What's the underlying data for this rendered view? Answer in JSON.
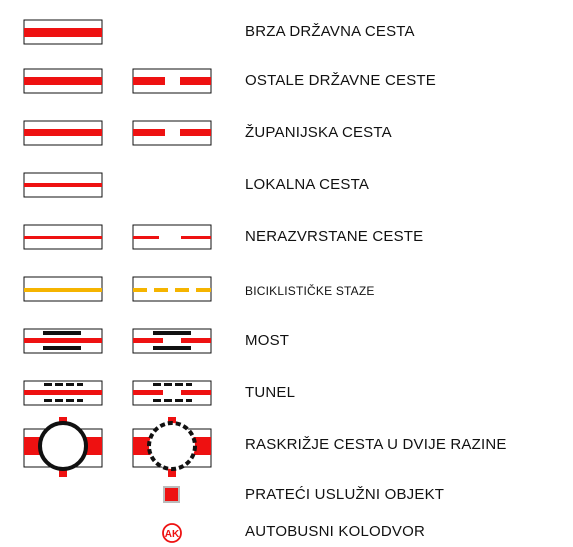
{
  "legend": {
    "colors": {
      "road": "#ee1111",
      "bike": "#f5b400",
      "structure": "#111111",
      "outline": "#111111"
    },
    "rows": [
      {
        "label": "BRZA DRŽAVNA CESTA",
        "symbols": [
          "road-thick"
        ]
      },
      {
        "label": "OSTALE DRŽAVNE CESTE",
        "symbols": [
          "road-thick",
          "road-thick-dashed"
        ]
      },
      {
        "label": "ŽUPANIJSKA CESTA",
        "symbols": [
          "road-medium",
          "road-medium-dashed"
        ]
      },
      {
        "label": "LOKALNA CESTA",
        "symbols": [
          "road-thin"
        ]
      },
      {
        "label": "NERAZVRSTANE CESTE",
        "symbols": [
          "road-thinnest",
          "road-thinnest-dashed"
        ]
      },
      {
        "label": "BICIKLISTIČKE STAZE",
        "symbols": [
          "bike-path",
          "bike-path-dashed"
        ]
      },
      {
        "label": "MOST",
        "symbols": [
          "bridge",
          "bridge-dashed"
        ]
      },
      {
        "label": "TUNEL",
        "symbols": [
          "tunnel",
          "tunnel-dashed"
        ]
      },
      {
        "label": "RASKRIŽJE CESTA U DVIJE RAZINE",
        "symbols": [
          "interchange",
          "interchange-dashed"
        ]
      },
      {
        "label": "PRATEĆI USLUŽNI OBJEKT",
        "symbols": [
          "service-square"
        ]
      },
      {
        "label": "AUTOBUSNI KOLODVOR",
        "symbols": [
          "bus-station"
        ]
      }
    ],
    "bus_station_mark": "AK"
  }
}
